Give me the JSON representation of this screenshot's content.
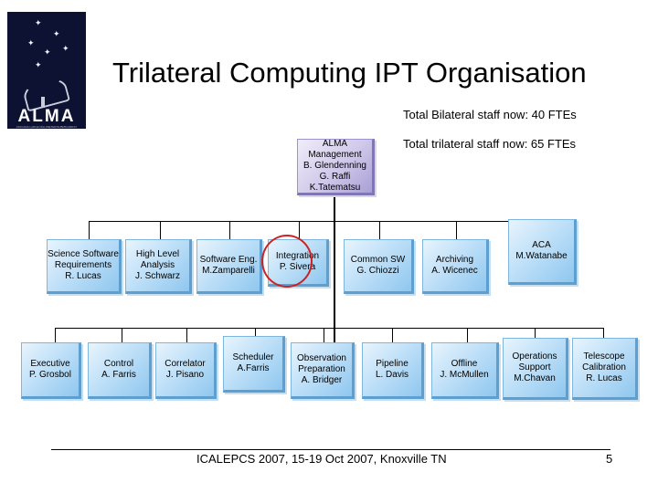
{
  "title": "Trilateral Computing IPT Organisation",
  "bilateral_staff": "Total Bilateral staff now: 40 FTEs",
  "trilateral_staff": "Total trilateral staff now:  65 FTEs",
  "logo": {
    "name": "ALMA",
    "subtitle": "ATACAMA LARGE MILLIMETER/SUBMM ARRAY"
  },
  "management": {
    "lines": [
      "ALMA",
      "Management",
      "B. Glendenning",
      "G. Raffi",
      "K.Tatematsu"
    ]
  },
  "row1": [
    {
      "lines": [
        "Science Software",
        "Requirements",
        "R. Lucas"
      ]
    },
    {
      "lines": [
        "High Level",
        "Analysis",
        "J. Schwarz"
      ]
    },
    {
      "lines": [
        "Software Eng.",
        "M.Zamparelli"
      ]
    },
    {
      "lines": [
        "Integration",
        "P. Sivera"
      ]
    },
    {
      "lines": [
        "Common SW",
        "G. Chiozzi"
      ]
    },
    {
      "lines": [
        "Archiving",
        "A. Wicenec"
      ]
    },
    {
      "lines": [
        "ACA",
        "M.Watanabe"
      ]
    }
  ],
  "row2": [
    {
      "lines": [
        "Executive",
        "P. Grosbol"
      ]
    },
    {
      "lines": [
        "Control",
        "A. Farris"
      ]
    },
    {
      "lines": [
        "Correlator",
        "J. Pisano"
      ]
    },
    {
      "lines": [
        "Scheduler",
        "A.Farris"
      ]
    },
    {
      "lines": [
        "Observation",
        "Preparation",
        "A. Bridger"
      ]
    },
    {
      "lines": [
        "Pipeline",
        "L. Davis"
      ]
    },
    {
      "lines": [
        "Offline",
        "J. McMullen"
      ]
    },
    {
      "lines": [
        "Operations",
        "Support",
        "M.Chavan"
      ]
    },
    {
      "lines": [
        "Telescope",
        "Calibration",
        "R. Lucas"
      ]
    }
  ],
  "footer": "ICALEPCS 2007, 15-19 Oct 2007, Knoxville TN",
  "page_number": "5",
  "highlight_color": "#cc2222"
}
